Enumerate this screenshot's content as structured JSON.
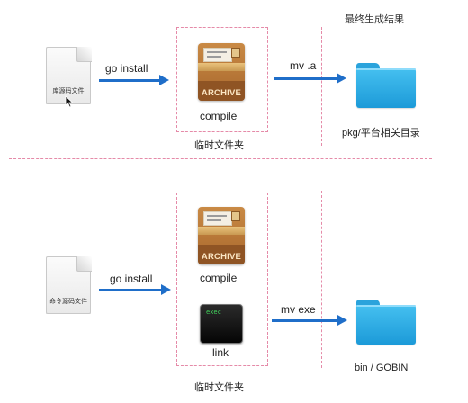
{
  "header": {
    "final_result": "最终生成结果"
  },
  "top": {
    "source_file_label": "库源码文件",
    "arrow1_label": "go install",
    "archive_word": "ARCHIVE",
    "compile_label": "compile",
    "temp_dir_label": "临时文件夹",
    "arrow2_label": "mv .a",
    "dest_label": "pkg/平台相关目录"
  },
  "bottom": {
    "source_file_label": "命令源码文件",
    "arrow1_label": "go install",
    "archive_word": "ARCHIVE",
    "compile_label": "compile",
    "exec_word": "exec",
    "link_label": "link",
    "temp_dir_label": "临时文件夹",
    "arrow2_label": "mv exe",
    "dest_label": "bin / GOBIN"
  },
  "icons": {
    "source_file": "document-icon",
    "archive": "archive-box-icon",
    "exec": "terminal-exec-icon",
    "folder": "folder-icon",
    "cursor": "mouse-pointer-icon"
  },
  "colors": {
    "arrow": "#1f6ec9",
    "dashed": "#e58aa8",
    "folder": "#2ea9e2"
  }
}
